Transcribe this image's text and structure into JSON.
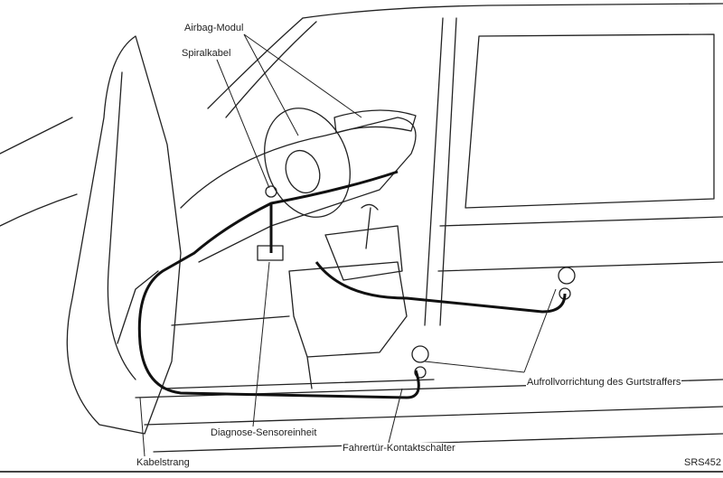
{
  "labels": {
    "airbag_module": "Airbag-Modul",
    "spiral_cable": "Spiralkabel",
    "diagnosis_sensor_unit": "Diagnose-Sensoreinheit",
    "harness": "Kabelstrang",
    "door_switch": "Fahrertür-Kontaktschalter",
    "pretensioner_retractor": "Aufrollvorrichtung des Gurtstraffers"
  },
  "figure_code": "SRS452"
}
